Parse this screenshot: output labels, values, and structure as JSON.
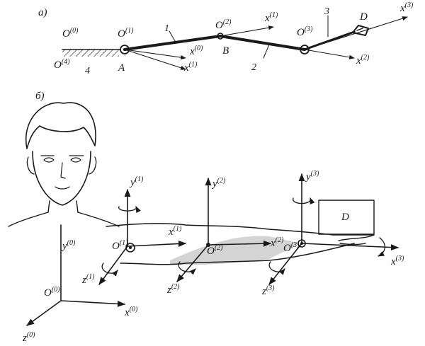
{
  "part_a": {
    "label": "а)",
    "frames": [
      {
        "base": "O",
        "sup": "(0)"
      },
      {
        "base": "O",
        "sup": "(4)"
      },
      {
        "base": "O",
        "sup": "(1)"
      },
      {
        "base": "O",
        "sup": "(2)"
      },
      {
        "base": "O",
        "sup": "(3)"
      }
    ],
    "axes": [
      {
        "base": "x",
        "sup": "(0)"
      },
      {
        "base": "x",
        "sup": "(1)"
      },
      {
        "base": "x",
        "sup": "(1)"
      },
      {
        "base": "x",
        "sup": "(2)"
      },
      {
        "base": "x",
        "sup": "(3)"
      }
    ],
    "points": [
      "A",
      "B",
      "D"
    ],
    "link_numbers": [
      "1",
      "2",
      "3",
      "4"
    ]
  },
  "part_b": {
    "label": "б)",
    "axes": [
      {
        "base": "y",
        "sup": "(0)"
      },
      {
        "base": "x",
        "sup": "(0)"
      },
      {
        "base": "z",
        "sup": "(0)"
      },
      {
        "base": "O",
        "sup": "(0)"
      },
      {
        "base": "y",
        "sup": "(1)"
      },
      {
        "base": "x",
        "sup": "(1)"
      },
      {
        "base": "z",
        "sup": "(1)"
      },
      {
        "base": "O",
        "sup": "(1)"
      },
      {
        "base": "y",
        "sup": "(2)"
      },
      {
        "base": "x",
        "sup": "(2)"
      },
      {
        "base": "z",
        "sup": "(2)"
      },
      {
        "base": "O",
        "sup": "(2)"
      },
      {
        "base": "y",
        "sup": "(3)"
      },
      {
        "base": "x",
        "sup": "(3)"
      },
      {
        "base": "z",
        "sup": "(3)"
      },
      {
        "base": "O",
        "sup": "(3)"
      }
    ],
    "payload": "D"
  },
  "colors": {
    "ink": "#1a1a1a",
    "shade": "#d4d4d4",
    "background": "#ffffff"
  }
}
